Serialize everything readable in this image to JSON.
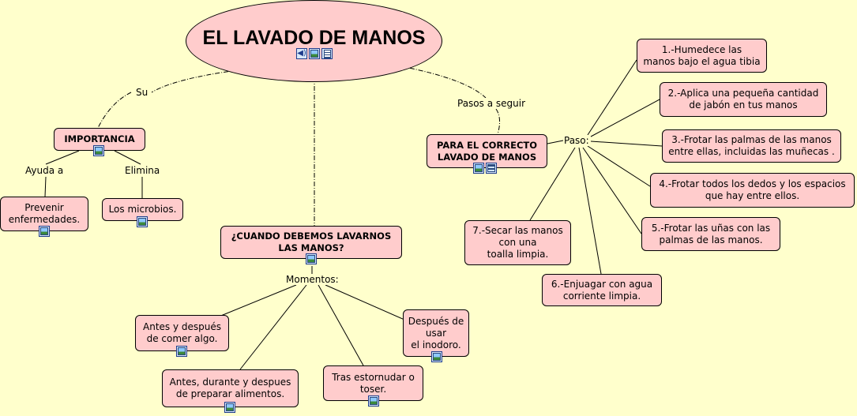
{
  "title": "EL LAVADO DE MANOS",
  "title_icons": [
    "speaker-icon",
    "image-icon",
    "document-icon"
  ],
  "links": {
    "su": "Su",
    "pasos_a_seguir": "Pasos a seguir",
    "ayuda_a": "Ayuda a",
    "elimina": "Elimina",
    "momentos": "Momentos:",
    "paso": "Paso:"
  },
  "nodes": {
    "importancia": "IMPORTANCIA",
    "prevenir": [
      "Prevenir",
      "enfermedades."
    ],
    "microbios": "Los microbios.",
    "cuando": [
      "¿CUANDO DEBEMOS LAVARNOS",
      "LAS MANOS?"
    ],
    "correcto": [
      "PARA EL CORRECTO",
      "LAVADO DE MANOS"
    ],
    "momentos": [
      [
        "Antes y después",
        "de comer algo."
      ],
      [
        "Antes, durante y despues",
        "de preparar alimentos."
      ],
      [
        "Tras estornudar o",
        "toser."
      ],
      [
        "Después de",
        "usar",
        "el inodoro."
      ]
    ],
    "pasos": [
      [
        "1.-Humedece las",
        "manos bajo el agua tibia"
      ],
      [
        "2.-Aplica una pequeña cantidad",
        "de jabón en tus manos"
      ],
      [
        "3.-Frotar las palmas de las manos",
        "entre ellas, incluidas las muñecas ."
      ],
      [
        "4.-Frotar todos los dedos y los espacios",
        "que hay entre ellos."
      ],
      [
        "5.-Frotar las uñas con las",
        "palmas de las manos."
      ],
      [
        "6.-Enjuagar con agua",
        "corriente limpia."
      ],
      [
        "7.-Secar las manos",
        "con una",
        "toalla limpia."
      ]
    ]
  },
  "colors": {
    "background": "#ffffcc",
    "node_fill": "#ffcccc",
    "border": "#000000",
    "icon_blue": "#1e3c8c"
  }
}
